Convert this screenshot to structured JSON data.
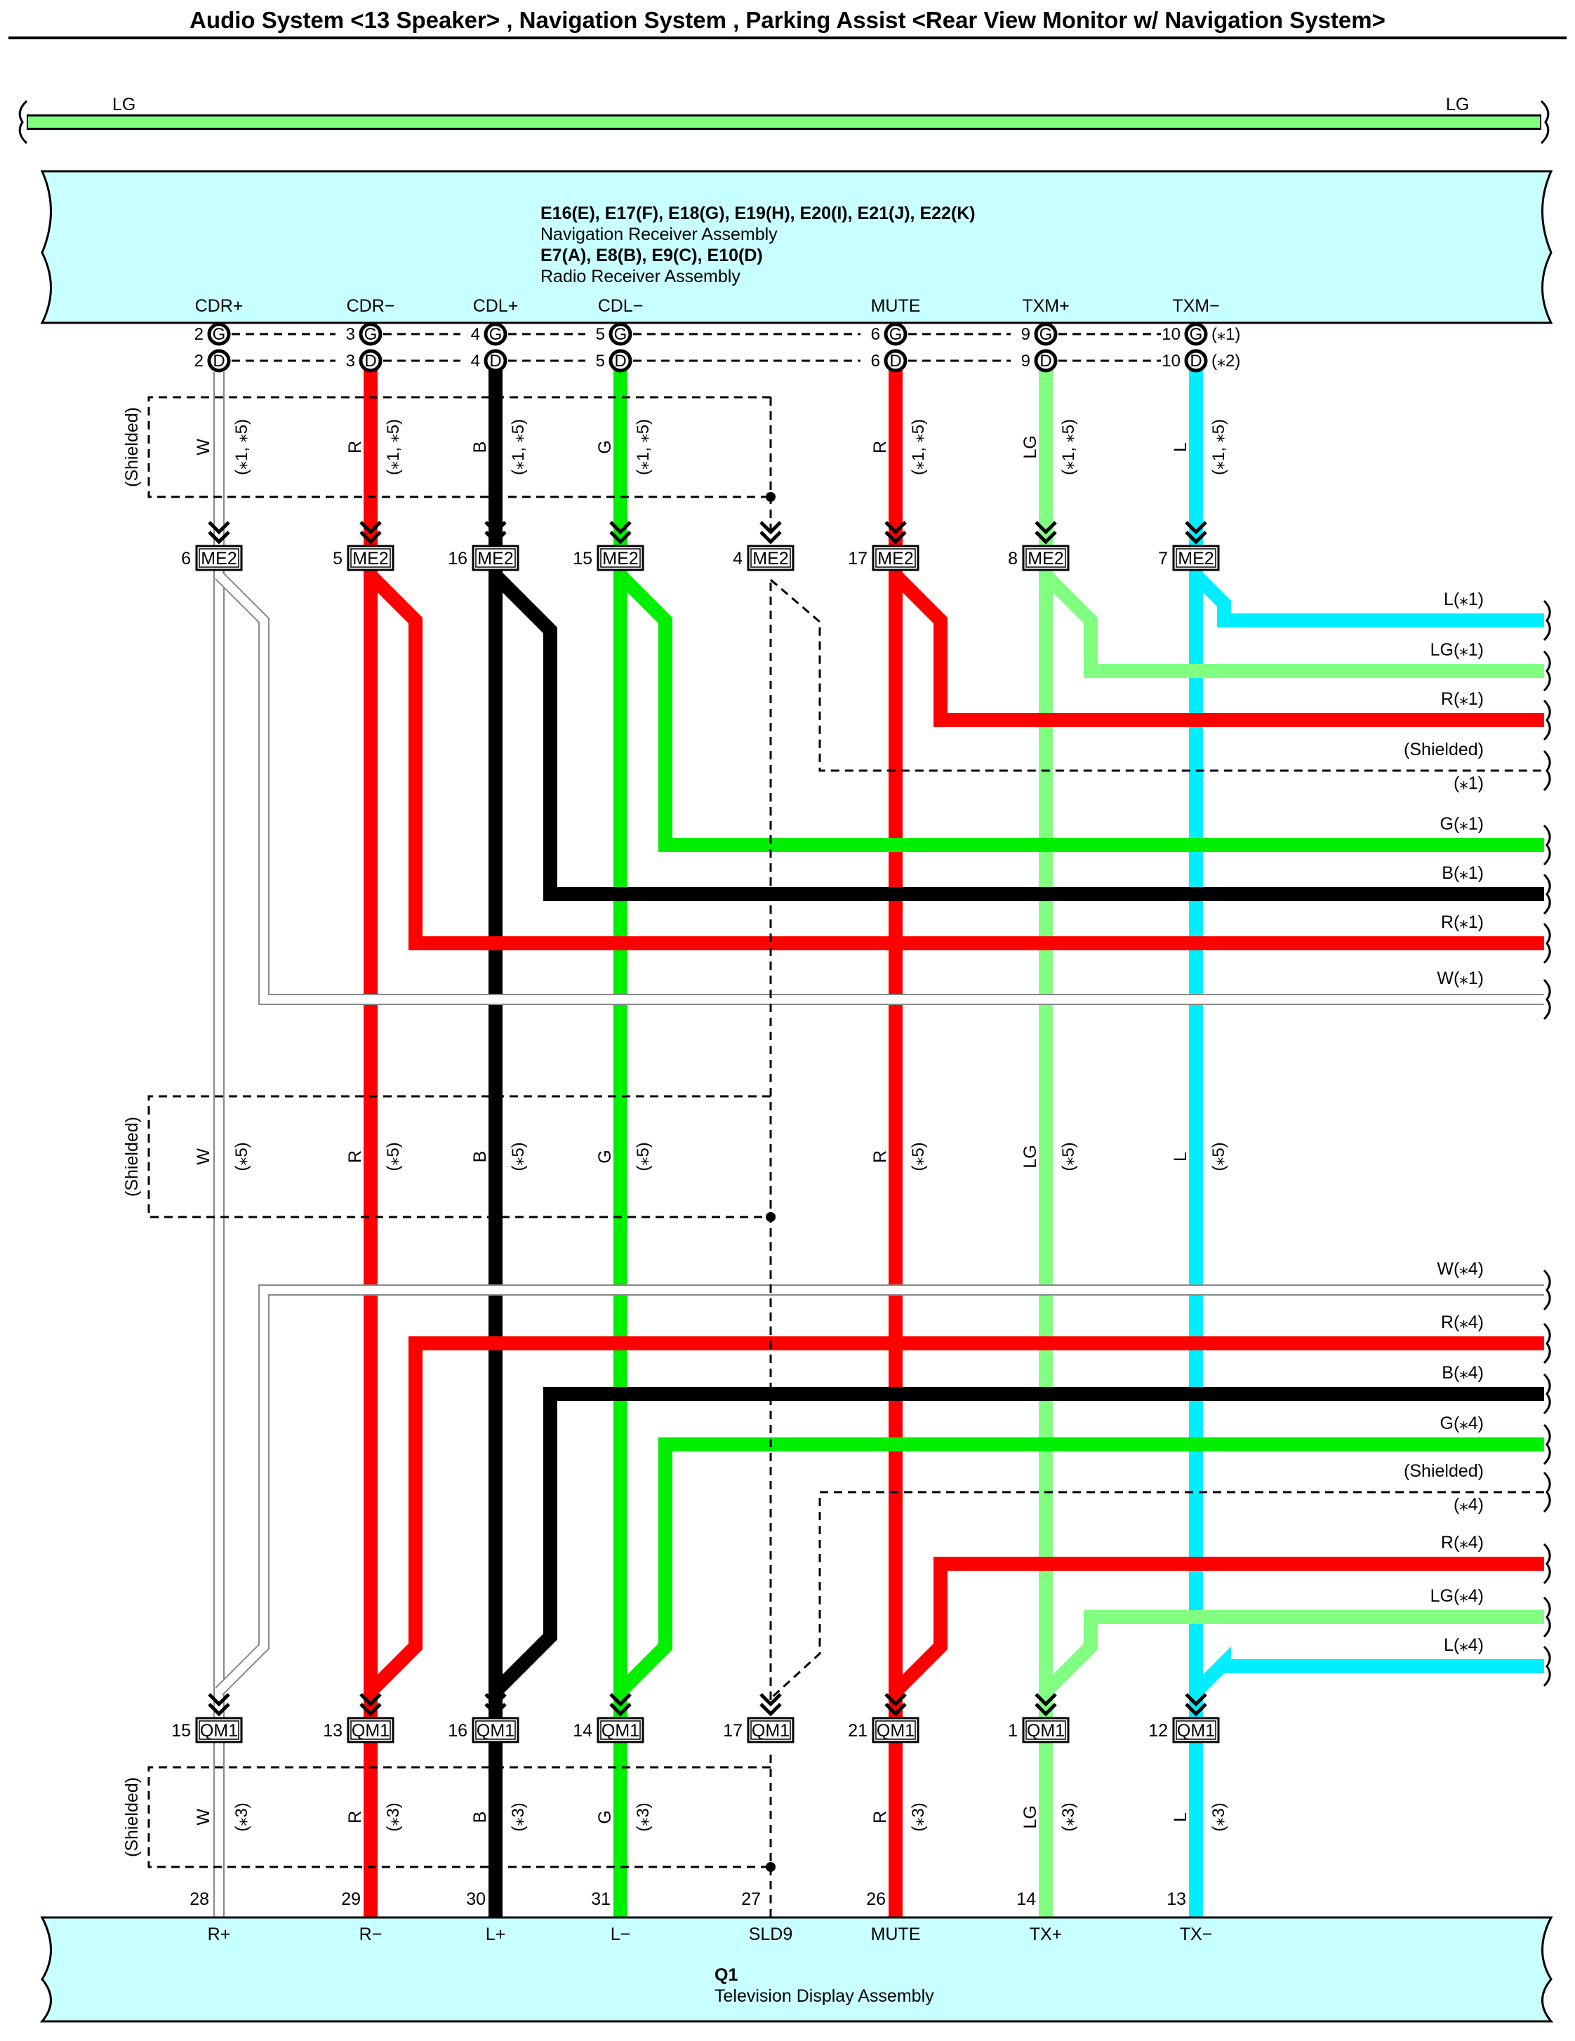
{
  "title": "Audio System <13 Speaker> , Navigation System , Parking Assist <Rear View Monitor w/ Navigation System>",
  "colors": {
    "W": "#ffffff",
    "R": "#ff0000",
    "B": "#000000",
    "G": "#00ee00",
    "LG": "#80ff80",
    "L": "#00eeff",
    "panel": "#c8ffff"
  },
  "top_wire": {
    "left": "LG",
    "right": "LG"
  },
  "receiver": {
    "connectors": "E16(E), E17(F), E18(G), E19(H), E20(I), E21(J), E22(K)",
    "name1": "Navigation Receiver Assembly",
    "connectors2": "E7(A), E8(B), E9(C), E10(D)",
    "name2": "Radio Receiver Assembly",
    "pins": [
      {
        "name": "CDR+",
        "g": "2",
        "d": "2"
      },
      {
        "name": "CDR−",
        "g": "3",
        "d": "3"
      },
      {
        "name": "CDL+",
        "g": "4",
        "d": "4"
      },
      {
        "name": "CDL−",
        "g": "5",
        "d": "5"
      },
      {
        "name": "MUTE",
        "g": "6",
        "d": "6"
      },
      {
        "name": "TXM+",
        "g": "9",
        "d": "9"
      },
      {
        "name": "TXM−",
        "g": "10",
        "d": "10"
      }
    ],
    "pin_note_g": "(⁎1)",
    "pin_note_d": "(⁎2)",
    "g_letter": "G",
    "d_letter": "D"
  },
  "me2": {
    "label": "ME2",
    "pins": [
      "6",
      "5",
      "16",
      "15",
      "4",
      "17",
      "8",
      "7"
    ]
  },
  "qm1": {
    "label": "QM1",
    "pins": [
      "15",
      "13",
      "16",
      "14",
      "17",
      "21",
      "1",
      "12"
    ]
  },
  "wire_letters": [
    "W",
    "R",
    "B",
    "G",
    "R",
    "LG",
    "L"
  ],
  "shield_groups": {
    "shielded": "(Shielded)",
    "top_note": "(⁎1, ⁎5)",
    "top_note_left": "(⁎1, ⁎5)",
    "mid_note": "(⁎5)",
    "bot_note": "(⁎3)"
  },
  "right_branches_1": [
    {
      "label": "L(⁎1)"
    },
    {
      "label": "LG(⁎1)"
    },
    {
      "label": "R(⁎1)"
    },
    {
      "label": "(Shielded)"
    },
    {
      "label": "(⁎1)"
    },
    {
      "label": "G(⁎1)"
    },
    {
      "label": "B(⁎1)"
    },
    {
      "label": "R(⁎1)"
    },
    {
      "label": "W(⁎1)"
    }
  ],
  "right_branches_4": [
    {
      "label": "W(⁎4)"
    },
    {
      "label": "R(⁎4)"
    },
    {
      "label": "B(⁎4)"
    },
    {
      "label": "G(⁎4)"
    },
    {
      "label": "(Shielded)"
    },
    {
      "label": "(⁎4)"
    },
    {
      "label": "R(⁎4)"
    },
    {
      "label": "LG(⁎4)"
    },
    {
      "label": "L(⁎4)"
    }
  ],
  "tv": {
    "pins": [
      {
        "num": "28",
        "name": "R+"
      },
      {
        "num": "29",
        "name": "R−"
      },
      {
        "num": "30",
        "name": "L+"
      },
      {
        "num": "31",
        "name": "L−"
      },
      {
        "num": "27",
        "name": "SLD9"
      },
      {
        "num": "26",
        "name": "MUTE"
      },
      {
        "num": "14",
        "name": "TX+"
      },
      {
        "num": "13",
        "name": "TX−"
      }
    ],
    "id": "Q1",
    "name": "Television Display Assembly"
  }
}
